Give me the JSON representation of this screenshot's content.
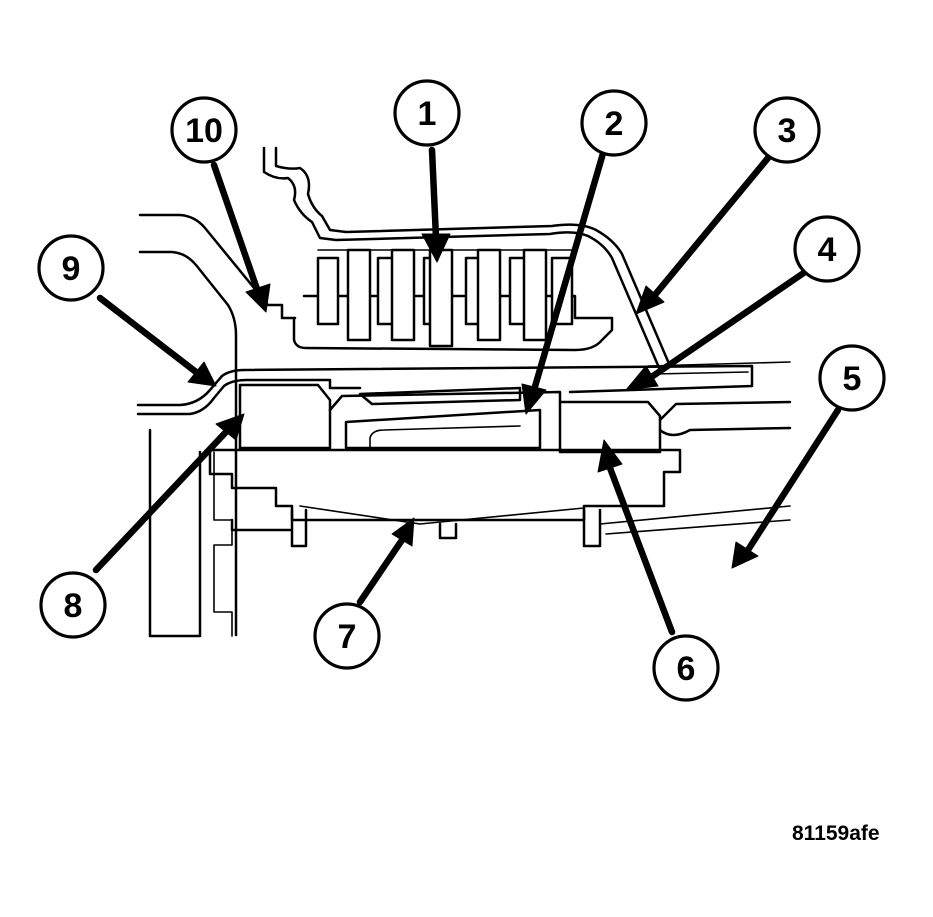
{
  "figure": {
    "id_label": "81159afe"
  },
  "callouts": [
    {
      "label": "1"
    },
    {
      "label": "2"
    },
    {
      "label": "3"
    },
    {
      "label": "4"
    },
    {
      "label": "5"
    },
    {
      "label": "6"
    },
    {
      "label": "7"
    },
    {
      "label": "8"
    },
    {
      "label": "9"
    },
    {
      "label": "10"
    }
  ]
}
